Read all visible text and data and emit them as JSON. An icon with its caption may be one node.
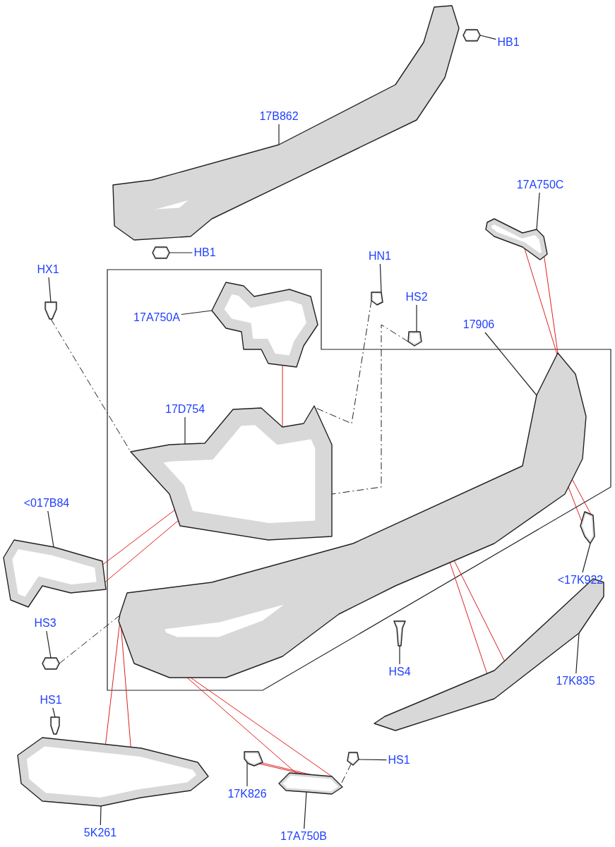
{
  "diagram": {
    "nodes": [
      {
        "text": [
          "HB1"
        ]
      },
      {
        "text": [],
        "shape": "picture"
      },
      {
        "text": [
          "17B862"
        ]
      },
      {
        "text": [],
        "shape": "picture"
      },
      {
        "text": [],
        "shape": "picture"
      },
      {
        "text": [
          "HB1"
        ]
      },
      {
        "text": [
          "17A750C"
        ]
      },
      {
        "text": [],
        "shape": "picture"
      },
      {
        "text": [
          "HX1"
        ]
      },
      {
        "text": [],
        "shape": "picture"
      },
      {
        "text": [
          "HN1"
        ]
      },
      {
        "text": [],
        "shape": "picture"
      },
      {
        "text": [
          "HS2"
        ]
      },
      {
        "text": [],
        "shape": "picture"
      },
      {
        "text": [
          "17A750A"
        ]
      },
      {
        "text": [],
        "shape": "picture"
      },
      {
        "text": [
          "17906"
        ]
      },
      {
        "text": [],
        "shape": "picture"
      },
      {
        "text": [
          "17D754"
        ]
      },
      {
        "text": [],
        "shape": "picture"
      },
      {
        "text": [
          "<017B84"
        ]
      },
      {
        "text": [],
        "shape": "picture"
      },
      {
        "text": [
          "<17K922"
        ]
      },
      {
        "text": [],
        "shape": "picture"
      },
      {
        "text": [
          "HS3"
        ]
      },
      {
        "text": [],
        "shape": "picture"
      },
      {
        "text": [
          "HS4"
        ]
      },
      {
        "text": [],
        "shape": "picture"
      },
      {
        "text": [
          "17K835"
        ]
      },
      {
        "text": [],
        "shape": "picture"
      },
      {
        "text": [
          "HS1"
        ]
      },
      {
        "text": [],
        "shape": "picture"
      },
      {
        "text": [
          "HS1"
        ]
      },
      {
        "text": [],
        "shape": "picture"
      },
      {
        "text": [
          "17K826"
        ]
      },
      {
        "text": [],
        "shape": "picture"
      },
      {
        "text": [
          "5K261"
        ]
      },
      {
        "text": [],
        "shape": "picture"
      },
      {
        "text": [
          "17A750B"
        ]
      },
      {
        "text": [],
        "shape": "picture"
      }
    ],
    "edges": [
      {
        "from": 0,
        "to": 1,
        "arrow": "none"
      },
      {
        "from": 2,
        "to": 3,
        "arrow": "none"
      },
      {
        "from": 5,
        "to": 4,
        "arrow": "none"
      },
      {
        "from": 6,
        "to": 7,
        "arrow": "none"
      },
      {
        "from": 8,
        "to": 9,
        "arrow": "none"
      },
      {
        "from": 10,
        "to": 11,
        "arrow": "none"
      },
      {
        "from": 12,
        "to": 13,
        "arrow": "none"
      },
      {
        "from": 14,
        "to": 15,
        "arrow": "none"
      },
      {
        "from": 16,
        "to": 17,
        "arrow": "none"
      },
      {
        "from": 18,
        "to": 19,
        "arrow": "none"
      },
      {
        "from": 20,
        "to": 21,
        "arrow": "none"
      },
      {
        "from": 22,
        "to": 23,
        "arrow": "none"
      },
      {
        "from": 24,
        "to": 25,
        "arrow": "none"
      },
      {
        "from": 26,
        "to": 27,
        "arrow": "none"
      },
      {
        "from": 28,
        "to": 29,
        "arrow": "none"
      },
      {
        "from": 30,
        "to": 31,
        "arrow": "none"
      },
      {
        "from": 32,
        "to": 33,
        "arrow": "none"
      },
      {
        "from": 34,
        "to": 35,
        "arrow": "none"
      },
      {
        "from": 36,
        "to": 37,
        "arrow": "none"
      },
      {
        "from": 38,
        "to": 39,
        "arrow": "none"
      },
      {
        "from": 7,
        "to": 17,
        "arrow": "none",
        "color": "#e02020"
      },
      {
        "from": 7,
        "to": 17,
        "arrow": "none",
        "color": "#e02020"
      },
      {
        "from": 19,
        "to": 21,
        "arrow": "none",
        "color": "#e02020"
      },
      {
        "from": 19,
        "to": 21,
        "arrow": "none",
        "color": "#e02020"
      },
      {
        "from": 15,
        "to": 19,
        "arrow": "none",
        "color": "#e02020"
      },
      {
        "from": 17,
        "to": 23,
        "arrow": "none",
        "color": "#e02020"
      },
      {
        "from": 17,
        "to": 23,
        "arrow": "none",
        "color": "#e02020"
      },
      {
        "from": 17,
        "to": 37,
        "arrow": "none",
        "color": "#e02020"
      },
      {
        "from": 17,
        "to": 37,
        "arrow": "none",
        "color": "#e02020"
      },
      {
        "from": 17,
        "to": 39,
        "arrow": "none",
        "color": "#e02020"
      },
      {
        "from": 17,
        "to": 39,
        "arrow": "none",
        "color": "#e02020"
      },
      {
        "from": 17,
        "to": 29,
        "arrow": "none",
        "color": "#e02020"
      },
      {
        "from": 17,
        "to": 29,
        "arrow": "none",
        "color": "#e02020"
      },
      {
        "from": 35,
        "to": 39,
        "arrow": "none",
        "color": "#e02020"
      },
      {
        "from": 35,
        "to": 39,
        "arrow": "none",
        "color": "#e02020"
      },
      {
        "from": 9,
        "to": 19,
        "arrow": "none",
        "style": "dashed"
      },
      {
        "from": 11,
        "to": 19,
        "arrow": "none",
        "style": "dashed"
      },
      {
        "from": 13,
        "to": 19,
        "arrow": "none",
        "style": "dashed"
      },
      {
        "from": 25,
        "to": 17,
        "arrow": "none",
        "style": "dashed"
      },
      {
        "from": 33,
        "to": 39,
        "arrow": "none",
        "style": "dashed"
      }
    ]
  }
}
